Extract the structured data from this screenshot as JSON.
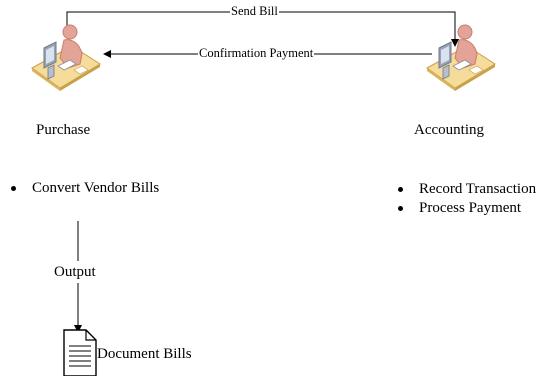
{
  "flows": {
    "send": "Send Bill",
    "confirm": "Confirmation Payment",
    "output": "Output"
  },
  "actors": {
    "purchase": {
      "name": "Purchase",
      "icon": "user-workstation-icon",
      "tasks": [
        "Convert Vendor Bills"
      ]
    },
    "accounting": {
      "name": "Accounting",
      "icon": "user-workstation-icon",
      "tasks": [
        "Record Transaction",
        "Process Payment"
      ]
    }
  },
  "artifact": {
    "label": "Document Bills",
    "icon": "document-icon"
  },
  "colors": {
    "desk": "#f5dc9a",
    "desk_edge": "#c9a14a",
    "person": "#e3a497",
    "person_dark": "#c97c6c",
    "monitor": "#9aa3b5",
    "screen": "#d9e2ef",
    "line": "#000000"
  }
}
